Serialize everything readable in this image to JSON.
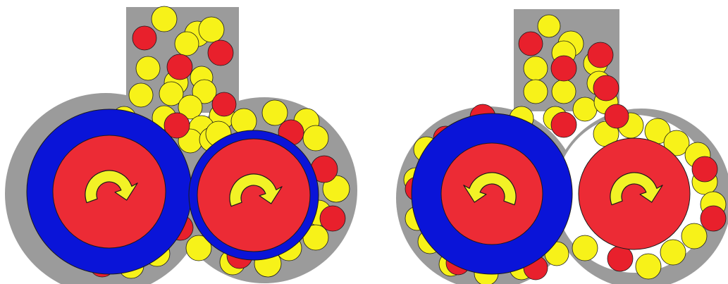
{
  "colors": {
    "housing": "#9b9b9b",
    "rotor_sleeve": "#0a14d8",
    "rotor_core": "#ec2b35",
    "arrow": "#f2f226",
    "particle_yellow": "#f7f219",
    "particle_red": "#e8202c",
    "outline": "#1a1a1a",
    "background": "#ffffff"
  },
  "panels": [
    {
      "name": "left-configuration",
      "rotors": [
        {
          "name": "left-rotor",
          "sleeve": true,
          "rotation": "clockwise"
        },
        {
          "name": "right-rotor",
          "sleeve": true,
          "rotation": "clockwise"
        }
      ]
    },
    {
      "name": "right-configuration",
      "rotors": [
        {
          "name": "left-rotor",
          "sleeve": true,
          "rotation": "counterclockwise"
        },
        {
          "name": "right-rotor",
          "sleeve": false,
          "rotation": "clockwise"
        }
      ]
    }
  ]
}
